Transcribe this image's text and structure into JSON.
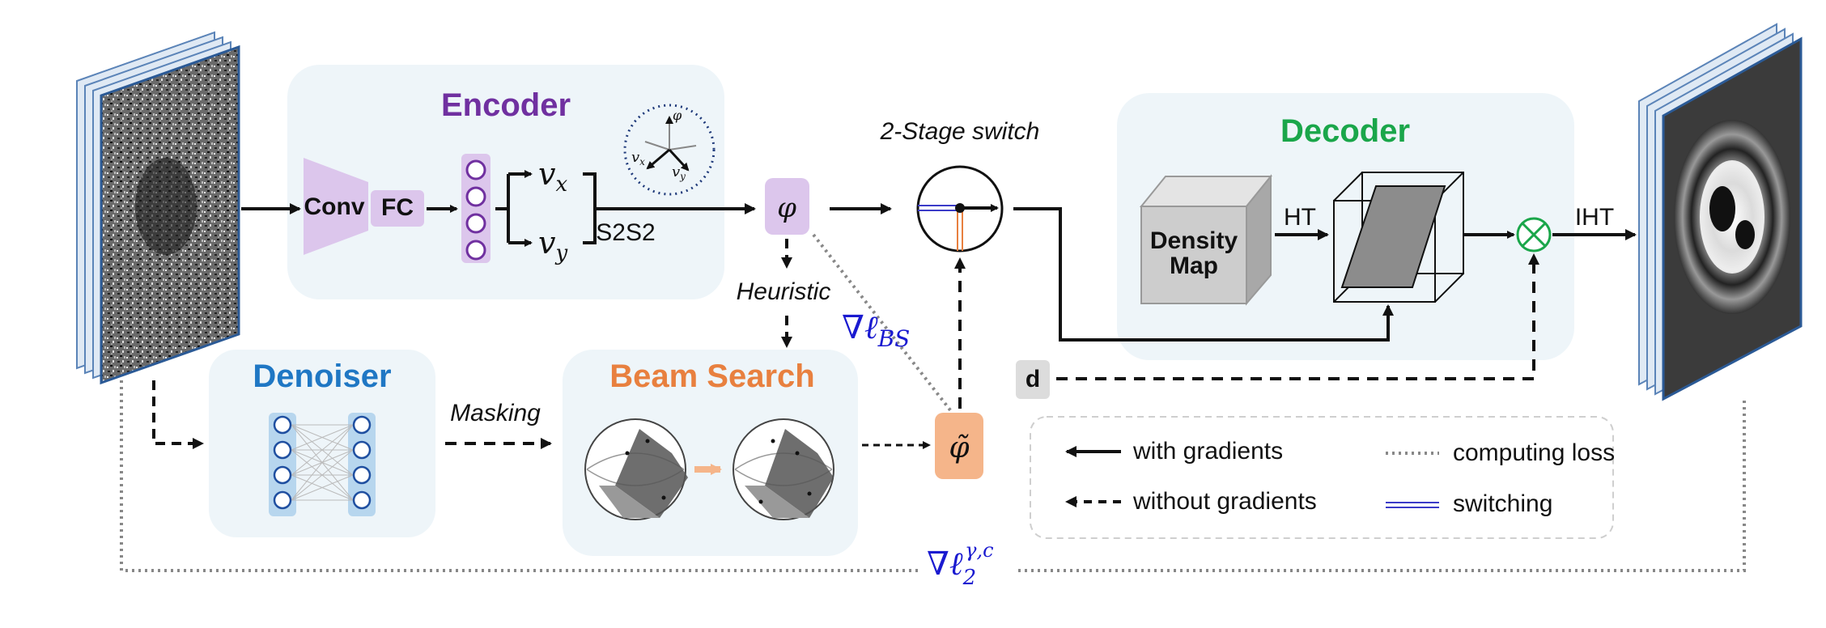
{
  "encoder": {
    "title": "Encoder",
    "conv": "Conv",
    "fc": "FC",
    "vx": "v",
    "vx_sub": "x",
    "vy": "v",
    "vy_sub": "y",
    "s2s2": "S2S2"
  },
  "axes_glyph": {
    "phi": "φ",
    "vx": "v",
    "vx_sub": "x",
    "vy": "v",
    "vy_sub": "y"
  },
  "phi": "φ",
  "phi_tilde": "φ̃",
  "switch_title": "2-Stage switch",
  "heuristic": "Heuristic",
  "grad_bs": {
    "nabla": "∇ℓ",
    "sub": "BS"
  },
  "decoder": {
    "title": "Decoder",
    "density_line1": "Density",
    "density_line2": "Map",
    "ht": "HT",
    "iht": "IHT"
  },
  "d_label": "d",
  "denoiser": {
    "title": "Denoiser"
  },
  "masking": "Masking",
  "beam_search": {
    "title": "Beam Search"
  },
  "legend": {
    "with_gradients": "with gradients",
    "without_gradients": "without gradients",
    "computing_loss": "computing loss",
    "switching": "switching"
  },
  "grad_l2": {
    "nabla": "∇ℓ",
    "sub": "2",
    "sup": "γ,c"
  },
  "colors": {
    "encoder_title": "#7030a0",
    "decoder_title": "#1aa64a",
    "denoiser_title": "#1f77c4",
    "beam_title": "#e8803f",
    "panel_bg": "#eef5f9",
    "purple_box": "#dcc6ec",
    "orange_box": "#f5b58a",
    "nabla_blue": "#1a1ad0"
  }
}
